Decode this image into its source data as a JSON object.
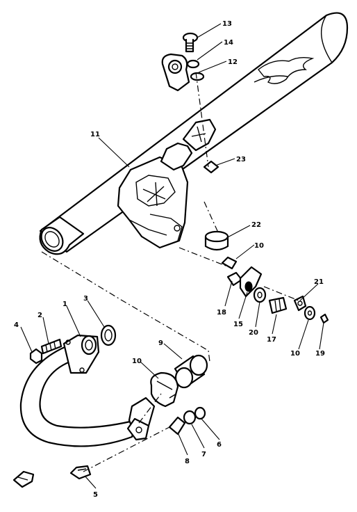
{
  "diagram": {
    "callouts": [
      {
        "id": "c13",
        "text": "13"
      },
      {
        "id": "c14",
        "text": "14"
      },
      {
        "id": "c12",
        "text": "12"
      },
      {
        "id": "c11",
        "text": "11"
      },
      {
        "id": "c23",
        "text": "23"
      },
      {
        "id": "c22",
        "text": "22"
      },
      {
        "id": "c10a",
        "text": "10"
      },
      {
        "id": "c21",
        "text": "21"
      },
      {
        "id": "c18",
        "text": "18"
      },
      {
        "id": "c15",
        "text": "15"
      },
      {
        "id": "c20",
        "text": "20"
      },
      {
        "id": "c17",
        "text": "17"
      },
      {
        "id": "c10b",
        "text": "10"
      },
      {
        "id": "c19",
        "text": "19"
      },
      {
        "id": "c4",
        "text": "4"
      },
      {
        "id": "c2",
        "text": "2"
      },
      {
        "id": "c1",
        "text": "1"
      },
      {
        "id": "c3",
        "text": "3"
      },
      {
        "id": "c9",
        "text": "9"
      },
      {
        "id": "c10c",
        "text": "10"
      },
      {
        "id": "c8",
        "text": "8"
      },
      {
        "id": "c7",
        "text": "7"
      },
      {
        "id": "c6",
        "text": "6"
      },
      {
        "id": "c5",
        "text": "5"
      }
    ]
  }
}
